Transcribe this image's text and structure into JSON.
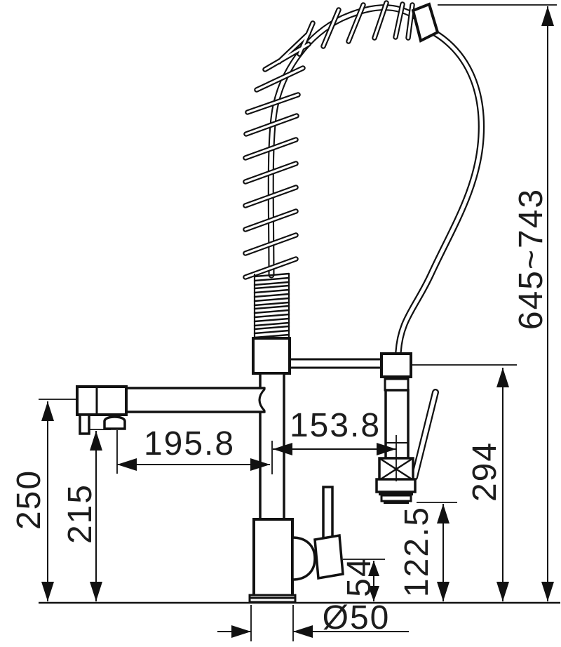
{
  "dimensions": {
    "overall_height": "645~743",
    "spray_outlet_height": "294",
    "side_spout_height": "250",
    "aerator_height": "215",
    "side_spout_reach": "195.8",
    "spray_head_offset": "153.8",
    "nozzle_clearance": "122.5",
    "handle_height": "54",
    "base_diameter": "Ø50"
  }
}
